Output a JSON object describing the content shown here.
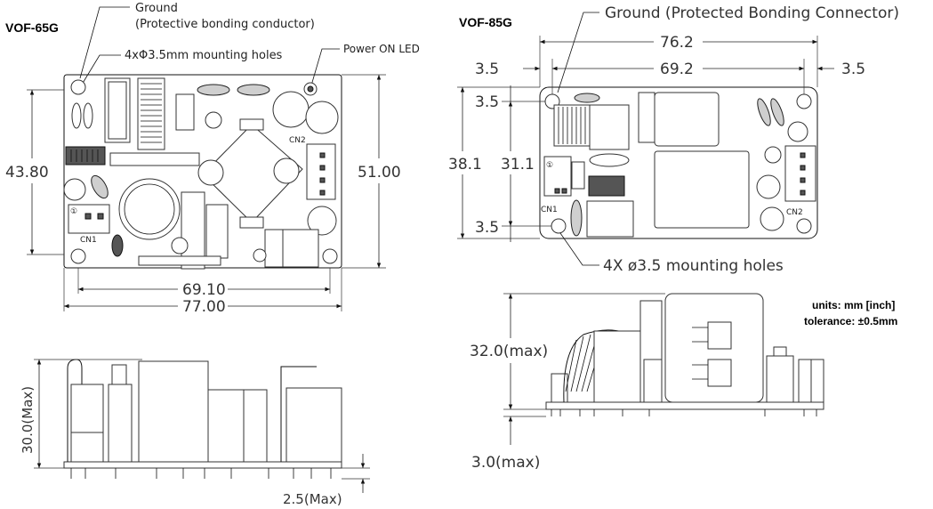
{
  "left": {
    "model": "VOF-65G",
    "callout_ground_1": "Ground",
    "callout_ground_2": "(Protective bonding conductor)",
    "callout_holes": "4xΦ3.5mm mounting holes",
    "callout_led": "Power ON LED",
    "dim_height_outer": "51.00",
    "dim_height_inner": "43.80",
    "dim_width_inner": "69.10",
    "dim_width_outer": "77.00",
    "dim_side_height": "30.0(Max)",
    "dim_side_pin": "2.5(Max)",
    "connector_cn1": "CN1",
    "connector_cn2": "CN2",
    "pin_mark": "①"
  },
  "right": {
    "model": "VOF-85G",
    "callout_ground": "Ground (Protected Bonding Connector)",
    "callout_holes": "4X ø3.5 mounting holes",
    "dim_width_outer": "76.2",
    "dim_width_inner": "69.2",
    "dim_margin_left": "3.5",
    "dim_margin_right": "3.5",
    "dim_height_outer": "38.1",
    "dim_height_inner": "31.1",
    "dim_margin_top": "3.5",
    "dim_margin_bottom": "3.5",
    "dim_side_height": "32.0(max)",
    "dim_side_pin": "3.0(max)",
    "connector_cn1": "CN1",
    "connector_cn2": "CN2",
    "pin_mark": "①"
  },
  "notes": {
    "units": "units: mm [inch]",
    "tolerance": "tolerance: ±0.5mm"
  }
}
